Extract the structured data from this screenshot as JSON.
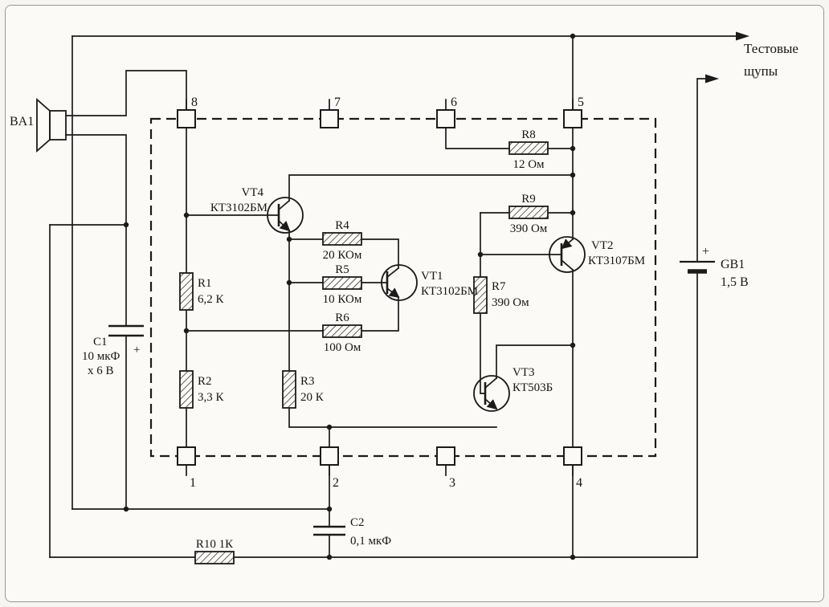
{
  "probe_label": {
    "line1": "Тестовые",
    "line2": "щупы"
  },
  "speaker": {
    "ref": "BA1"
  },
  "battery": {
    "ref": "GB1",
    "value": "1,5 В",
    "plus": "+"
  },
  "c1": {
    "ref": "C1",
    "value": "10 мкФ",
    "voltage": "x 6 В",
    "plus": "+"
  },
  "c2": {
    "ref": "C2",
    "value": "0,1 мкФ"
  },
  "r1": {
    "ref": "R1",
    "value": "6,2 К"
  },
  "r2": {
    "ref": "R2",
    "value": "3,3 К"
  },
  "r3": {
    "ref": "R3",
    "value": "20 К"
  },
  "r4": {
    "ref": "R4",
    "value": "20 КОм"
  },
  "r5": {
    "ref": "R5",
    "value": "10 КОм"
  },
  "r6": {
    "ref": "R6",
    "value": "100 Ом"
  },
  "r7": {
    "ref": "R7",
    "value": "390 Ом"
  },
  "r8": {
    "ref": "R8",
    "value": "12 Ом"
  },
  "r9": {
    "ref": "R9",
    "value": "390 Ом"
  },
  "r10": {
    "label": "R10 1К"
  },
  "vt1": {
    "ref": "VT1",
    "type": "КТ3102БМ"
  },
  "vt2": {
    "ref": "VT2",
    "type": "КТ3107БМ"
  },
  "vt3": {
    "ref": "VT3",
    "type": "КТ503Б"
  },
  "vt4": {
    "ref": "VT4",
    "type": "КТ3102БМ"
  },
  "pins": {
    "p1": "1",
    "p2": "2",
    "p3": "3",
    "p4": "4",
    "p5": "5",
    "p6": "6",
    "p7": "7",
    "p8": "8"
  }
}
